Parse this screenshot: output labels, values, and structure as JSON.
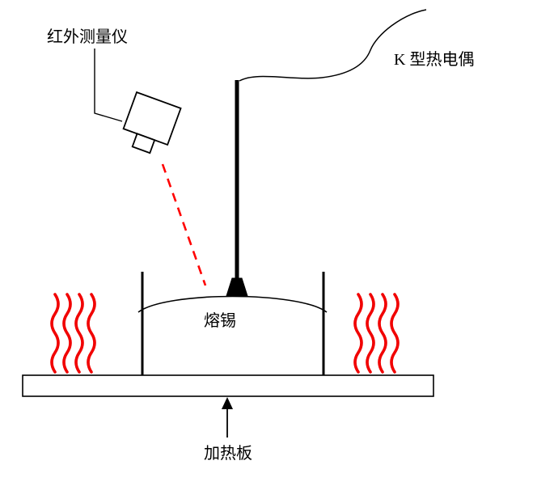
{
  "diagram": {
    "type": "experimental-setup-schematic",
    "labels": {
      "infrared_meter": "红外测量仪",
      "thermocouple": "K 型热电偶",
      "molten_solder": "熔锡",
      "heating_plate": "加热板"
    },
    "colors": {
      "outline": "#000000",
      "laser": "#ff0000",
      "heat_waves": "#f10000",
      "background": "#ffffff"
    },
    "components": [
      {
        "name": "infrared-measuring-instrument",
        "label": "红外测量仪"
      },
      {
        "name": "k-type-thermocouple",
        "label": "K 型热电偶"
      },
      {
        "name": "molten-solder-pool",
        "label": "熔锡"
      },
      {
        "name": "heating-plate",
        "label": "加热板"
      }
    ]
  }
}
